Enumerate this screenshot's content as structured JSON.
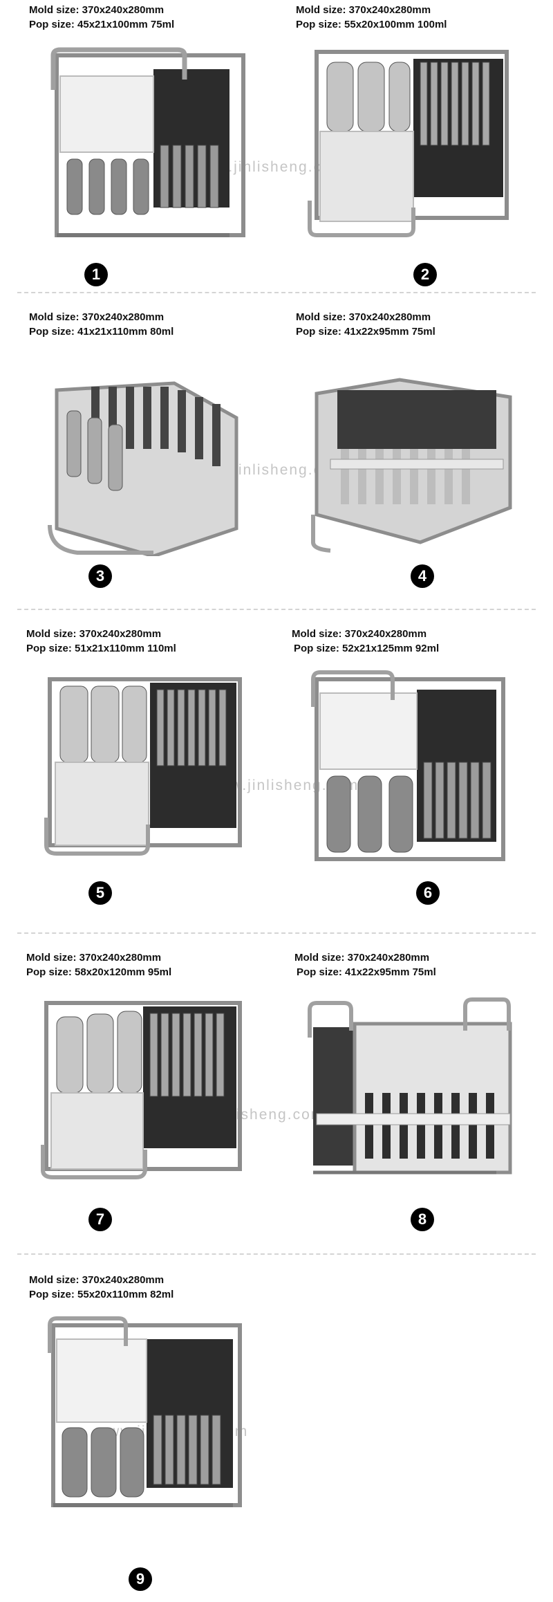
{
  "watermark": "www.jinlisheng.com",
  "products": [
    {
      "number": "1",
      "mold_size": "Mold size: 370x240x280mm",
      "pop_size": "Pop size: 45x21x100mm 75ml"
    },
    {
      "number": "2",
      "mold_size": "Mold size: 370x240x280mm",
      "pop_size": "Pop size: 55x20x100mm 100ml"
    },
    {
      "number": "3",
      "mold_size": "Mold size: 370x240x280mm",
      "pop_size": "Pop size: 41x21x110mm 80ml"
    },
    {
      "number": "4",
      "mold_size": "Mold size: 370x240x280mm",
      "pop_size": "Pop size: 41x22x95mm 75ml"
    },
    {
      "number": "5",
      "mold_size": "Mold size: 370x240x280mm",
      "pop_size": "Pop size: 51x21x110mm 110ml"
    },
    {
      "number": "6",
      "mold_size": "Mold size: 370x240x280mm",
      "pop_size": "Pop size: 52x21x125mm 92ml"
    },
    {
      "number": "7",
      "mold_size": "Mold size: 370x240x280mm",
      "pop_size": "Pop size: 58x20x120mm  95ml"
    },
    {
      "number": "8",
      "mold_size": "Mold size: 370x240x280mm",
      "pop_size": "Pop size: 41x22x95mm  75ml"
    },
    {
      "number": "9",
      "mold_size": "Mold size: 370x240x280mm",
      "pop_size": "Pop size: 55x20x110mm  82ml"
    }
  ]
}
